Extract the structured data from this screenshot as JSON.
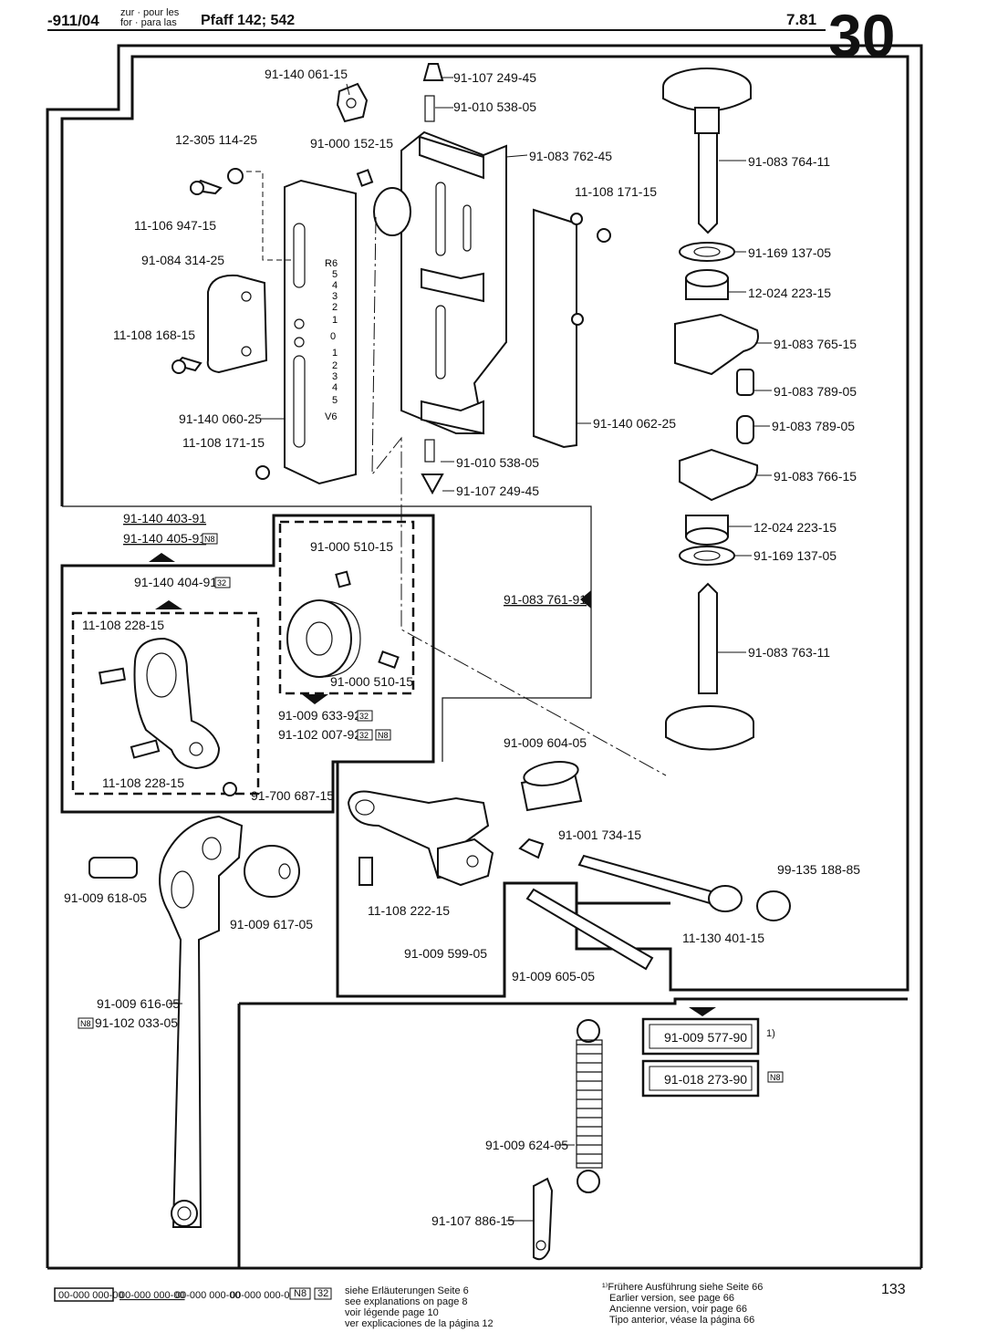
{
  "header": {
    "code": "-911/04",
    "lang_line1": "zur · pour les",
    "lang_line2": "for · para las",
    "model": "Pfaff 142; 542",
    "date": "7.81",
    "plate": "30"
  },
  "parts": [
    "91-140 061-15",
    "91-107 249-45",
    "91-010 538-05",
    "12-305 114-25",
    "91-000 152-15",
    "91-083 762-45",
    "91-083 764-11",
    "11-106 947-15",
    "11-108 171-15",
    "91-084 314-25",
    "91-169 137-05",
    "12-024 223-15",
    "11-108 168-15",
    "91-083 765-15",
    "91-083 789-05",
    "91-083 789-05",
    "91-140 060-25",
    "91-140 062-25",
    "11-108 171-15",
    "91-083 766-15",
    "91-010 538-05",
    "91-107 249-45",
    "12-024 223-15",
    "91-169 137-05",
    "91-000 510-15",
    "91-083 761-91",
    "91-140 404-91",
    "11-108 228-15",
    "91-083 763-11",
    "91-000 510-15",
    "91-009 633-92",
    "91-102 007-92",
    "11-108 228-15",
    "91-700 687-15",
    "91-009 604-05",
    "91-001 734-15",
    "99-135 188-85",
    "91-009 618-05",
    "11-108 222-15",
    "91-009 617-05",
    "11-130 401-15",
    "91-009 599-05",
    "91-009 605-05",
    "91-009 616-05",
    "91-102 033-05",
    "91-009 624-05",
    "91-107 886-15",
    "91-140 403-91",
    "91-140 405-91"
  ],
  "assemblies": {
    "a1": "91-009 577-90",
    "a1_note": "1)",
    "a2": "91-018 273-90",
    "tag_n8": "N8",
    "tag_32": "32"
  },
  "scale": [
    "R6",
    "5",
    "4",
    "3",
    "2",
    "1",
    "0",
    "1",
    "2",
    "3",
    "4",
    "5",
    "V6"
  ],
  "footer": {
    "key1": "00-000 000-00",
    "key2": "00-000 000-00",
    "key3": "00-000 000-00",
    "key4": "00-000 000-00",
    "expl1": "siehe Erläuterungen Seite 6",
    "expl2": "see explanations on page 8",
    "expl3": "voir légende page 10",
    "expl4": "ver explicaciones de la página 12",
    "note1": "¹⁾Frühere Ausführung siehe Seite 66",
    "note2": "Earlier version, see page 66",
    "note3": "Ancienne version, voir page 66",
    "note4": "Tipo anterior, véase la página 66",
    "page": "133"
  }
}
